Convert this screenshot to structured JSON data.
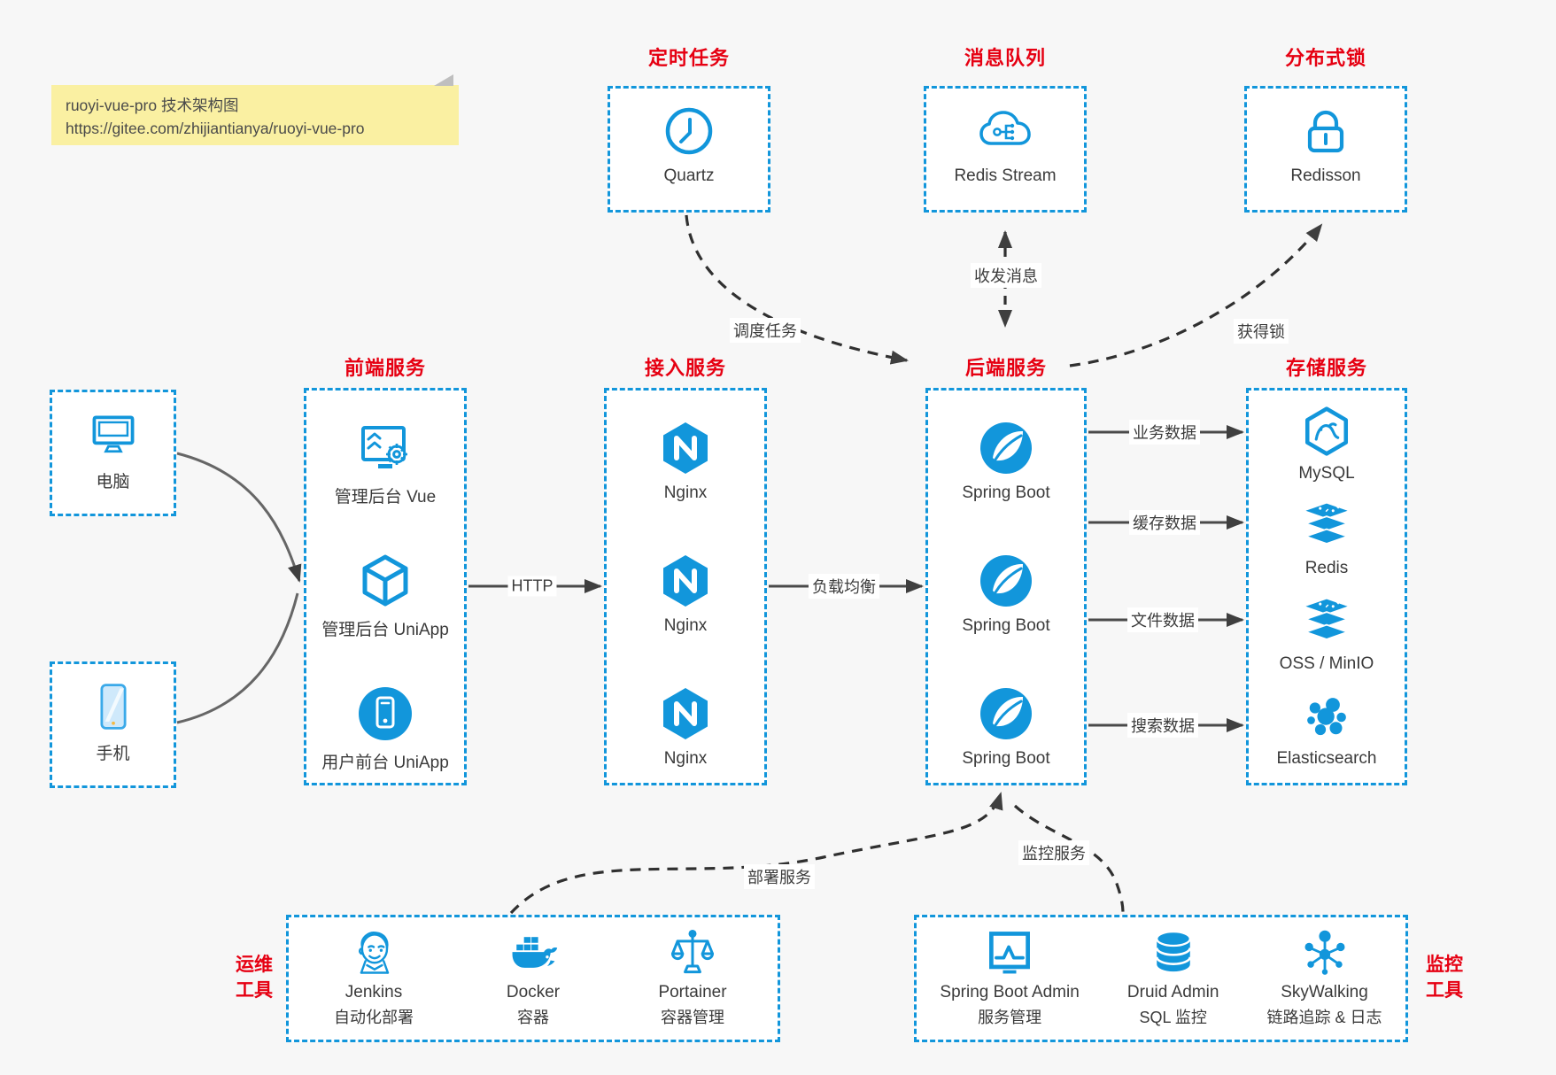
{
  "note": {
    "line1": "ruoyi-vue-pro 技术架构图",
    "line2": "https://gitee.com/zhijiantianya/ruoyi-vue-pro"
  },
  "colors": {
    "accent_blue": "#1296db",
    "title_red": "#e60012"
  },
  "top_services": [
    {
      "title": "定时任务",
      "item": "Quartz",
      "icon": "clock-icon"
    },
    {
      "title": "消息队列",
      "item": "Redis Stream",
      "icon": "cloud-stream-icon"
    },
    {
      "title": "分布式锁",
      "item": "Redisson",
      "icon": "lock-icon"
    }
  ],
  "clients": [
    {
      "label": "电脑",
      "icon": "desktop-icon"
    },
    {
      "label": "手机",
      "icon": "smartphone-icon"
    }
  ],
  "columns": [
    {
      "title": "前端服务",
      "items": [
        {
          "label": "管理后台 Vue"
        },
        {
          "label": "管理后台 UniApp"
        },
        {
          "label": "用户前台 UniApp"
        }
      ]
    },
    {
      "title": "接入服务",
      "items": [
        {
          "label": "Nginx"
        },
        {
          "label": "Nginx"
        },
        {
          "label": "Nginx"
        }
      ]
    },
    {
      "title": "后端服务",
      "items": [
        {
          "label": "Spring Boot"
        },
        {
          "label": "Spring Boot"
        },
        {
          "label": "Spring Boot"
        }
      ]
    },
    {
      "title": "存储服务",
      "items": [
        {
          "label": "MySQL"
        },
        {
          "label": "Redis"
        },
        {
          "label": "OSS / MinIO"
        },
        {
          "label": "Elasticsearch"
        }
      ]
    }
  ],
  "edges": {
    "http": "HTTP",
    "load_balance": "负载均衡",
    "business_data": "业务数据",
    "cache_data": "缓存数据",
    "file_data": "文件数据",
    "search_data": "搜索数据",
    "schedule_task": "调度任务",
    "send_receive_msg": "收发消息",
    "acquire_lock": "获得锁",
    "deploy_service": "部署服务",
    "monitor_service": "监控服务"
  },
  "ops_tools": {
    "label_line1": "运维",
    "label_line2": "工具",
    "items": [
      {
        "name": "Jenkins",
        "desc": "自动化部署"
      },
      {
        "name": "Docker",
        "desc": "容器"
      },
      {
        "name": "Portainer",
        "desc": "容器管理"
      }
    ]
  },
  "monitor_tools": {
    "label_line1": "监控",
    "label_line2": "工具",
    "items": [
      {
        "name": "Spring Boot Admin",
        "desc": "服务管理"
      },
      {
        "name": "Druid Admin",
        "desc": "SQL 监控"
      },
      {
        "name": "SkyWalking",
        "desc": "链路追踪 & 日志"
      }
    ]
  }
}
